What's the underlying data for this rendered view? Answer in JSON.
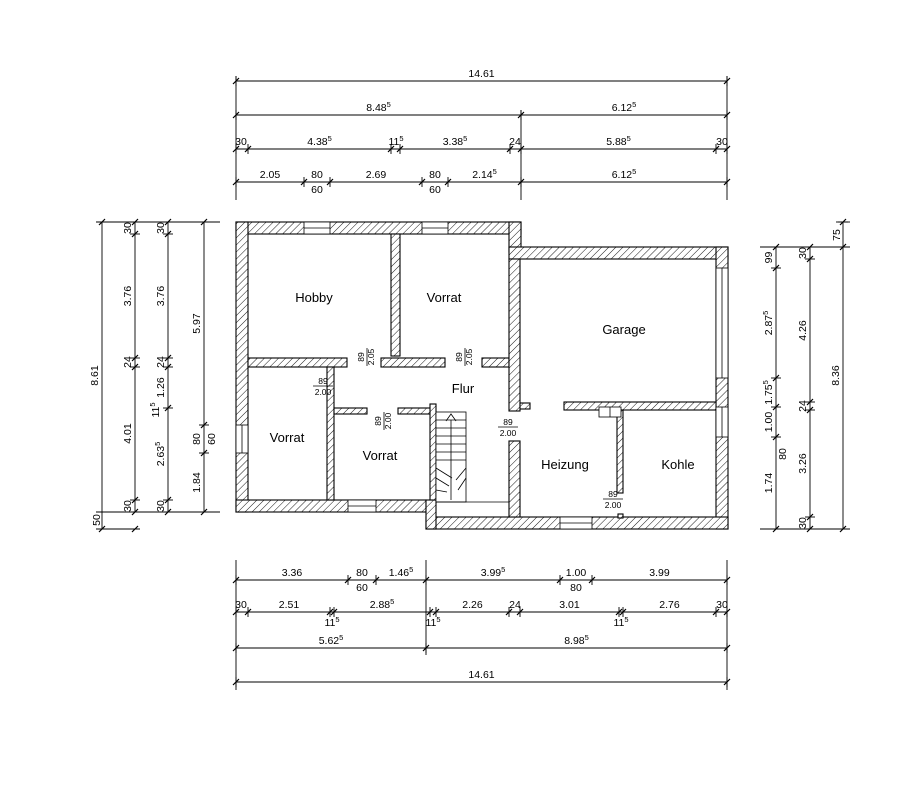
{
  "rooms": {
    "hobby": "Hobby",
    "vorrat_top": "Vorrat",
    "garage": "Garage",
    "flur": "Flur",
    "vorrat_left": "Vorrat",
    "vorrat_center": "Vorrat",
    "heizung": "Heizung",
    "kohle": "Kohle"
  },
  "doors": {
    "d1_w": "89",
    "d1_h": "2.00",
    "d2_w": "89",
    "d2_h": "2.05",
    "d3_w": "89",
    "d3_h": "2.05",
    "d4_w": "89",
    "d4_h": "2.00",
    "d5_w": "89",
    "d5_h": "2.00",
    "d6_w": "89",
    "d6_h": "2.00"
  },
  "top_dims": {
    "overall": "14.61",
    "row2": [
      {
        "v": "8.48",
        "s": "5"
      },
      {
        "v": "6.12",
        "s": "5"
      }
    ],
    "row3": [
      {
        "v": "30",
        "s": ""
      },
      {
        "v": "4.38",
        "s": "5"
      },
      {
        "v": "11",
        "s": "5"
      },
      {
        "v": "3.38",
        "s": "5"
      },
      {
        "v": "24",
        "s": ""
      },
      {
        "v": "5.88",
        "s": "5"
      },
      {
        "v": "30",
        "s": ""
      }
    ],
    "row4": [
      {
        "v": "2.05",
        "s": ""
      },
      {
        "v": "80",
        "s": ""
      },
      {
        "v": "2.69",
        "s": ""
      },
      {
        "v": "80",
        "s": ""
      },
      {
        "v": "2.14",
        "s": "5"
      },
      {
        "v": "6.12",
        "s": "5"
      }
    ],
    "row4_below": [
      "60",
      "60"
    ]
  },
  "bottom_dims": {
    "overall": "14.61",
    "row1": [
      {
        "v": "3.36",
        "s": ""
      },
      {
        "v": "80",
        "s": ""
      },
      {
        "v": "1.46",
        "s": "5"
      },
      {
        "v": "3.99",
        "s": "5"
      },
      {
        "v": "1.00",
        "s": ""
      },
      {
        "v": "3.99",
        "s": ""
      }
    ],
    "row1_below": [
      "60",
      "80"
    ],
    "row2": [
      {
        "v": "30",
        "s": ""
      },
      {
        "v": "2.51",
        "s": ""
      },
      {
        "v": "2.88",
        "s": "5"
      },
      {
        "v": "2.26",
        "s": ""
      },
      {
        "v": "24",
        "s": ""
      },
      {
        "v": "3.01",
        "s": ""
      },
      {
        "v": "2.76",
        "s": ""
      },
      {
        "v": "30",
        "s": ""
      }
    ],
    "row2_below": [
      {
        "v": "11",
        "s": "5"
      },
      {
        "v": "11",
        "s": "5"
      },
      {
        "v": "11",
        "s": "5"
      }
    ],
    "row3": [
      {
        "v": "5.62",
        "s": "5"
      },
      {
        "v": "8.98",
        "s": "5"
      }
    ]
  },
  "left_dims": {
    "overall": "8.61",
    "col2": [
      {
        "v": "30",
        "s": ""
      },
      {
        "v": "3.76",
        "s": ""
      },
      {
        "v": "24",
        "s": ""
      },
      {
        "v": "4.01",
        "s": ""
      },
      {
        "v": "30",
        "s": ""
      }
    ],
    "col2_extra": [
      {
        "v": "50",
        "s": ""
      },
      {
        "v": "11",
        "s": "5"
      }
    ],
    "col3": [
      {
        "v": "30",
        "s": ""
      },
      {
        "v": "3.76",
        "s": ""
      },
      {
        "v": "24",
        "s": ""
      },
      {
        "v": "1.26",
        "s": ""
      },
      {
        "v": "2.63",
        "s": "5"
      },
      {
        "v": "30",
        "s": ""
      }
    ],
    "col4": [
      {
        "v": "5.97",
        "s": ""
      },
      {
        "v": "80",
        "s": ""
      },
      {
        "v": "1.84",
        "s": ""
      }
    ],
    "col4_side": "60"
  },
  "right_dims": {
    "overall": "8.36",
    "top": "75",
    "col1": [
      {
        "v": "99",
        "s": ""
      },
      {
        "v": "2.87",
        "s": "5"
      },
      {
        "v": "1.75",
        "s": "5"
      },
      {
        "v": "1.00",
        "s": ""
      },
      {
        "v": "1.74",
        "s": ""
      }
    ],
    "col2": [
      {
        "v": "30",
        "s": ""
      },
      {
        "v": "4.26",
        "s": ""
      },
      {
        "v": "24",
        "s": ""
      },
      {
        "v": "3.26",
        "s": ""
      },
      {
        "v": "30",
        "s": ""
      }
    ],
    "col2_side": "80"
  }
}
